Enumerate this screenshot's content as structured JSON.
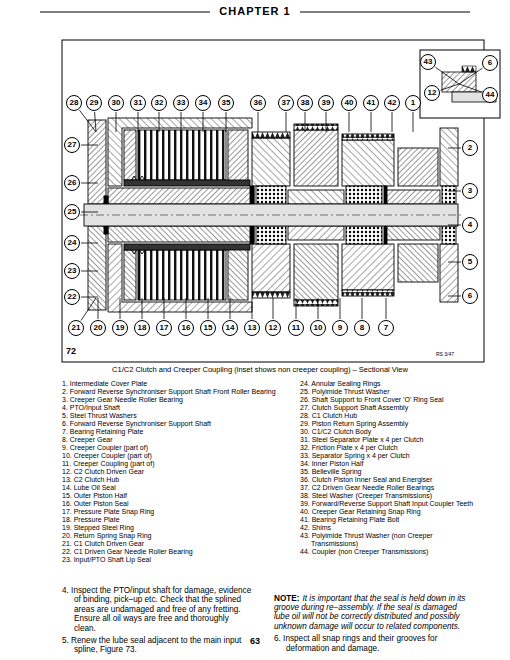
{
  "diagram": {
    "title": "CHAPTER 1",
    "caption": "C1/C2 Clutch and Creeper Coupling (inset shows non creeper coupling) – Sectional View",
    "labels": [
      "43",
      "6",
      "12",
      "44",
      "28",
      "29",
      "30",
      "31",
      "32",
      "33",
      "34",
      "35",
      "36",
      "37",
      "38",
      "39",
      "40",
      "41",
      "42",
      "1",
      "27",
      "26",
      "25",
      "24",
      "23",
      "22",
      "2",
      "3",
      "4",
      "5",
      "6",
      "21",
      "20",
      "19",
      "18",
      "17",
      "16",
      "15",
      "14",
      "13",
      "12",
      "11",
      "10",
      "9",
      "8",
      "7",
      "72",
      "RS 3/47",
      "1. Intermediate Cover Plate",
      "2. Forward Reverse Synchroniser Support Shaft Front Roller Bearing",
      "3. Creeper Gear Needle Roller Bearing",
      "4. PTO/Input Shaft",
      "5. Steel Thrust Washers",
      "6. Forward Reverse Synchroniser Support Shaft",
      "7. Bearing Retaining Plate",
      "8. Creeper Gear",
      "9. Creeper Coupler (part of)",
      "10. Creeper Coupler (part of)",
      "11. Creeper Coupling (part of)",
      "12. C2 Clutch Driven Gear",
      "13. C2 Clutch Hub",
      "14. Lube Oil Seal",
      "15. Outer Piston Half",
      "16. Outer Piston Seal",
      "17. Pressure Plate Snap Ring",
      "18. Pressure Plate",
      "19. Stepped Steel Ring",
      "20. Return Spring Snap Ring",
      "21. C1 Clutch Driven Gear",
      "22. C1 Driven Gear Needle Roller Bearing",
      "23. Input/PTO Shaft Lip Seal",
      "24. Annular Sealing Rings",
      "25. Polyimide Thrust Washer",
      "26. Shaft Support to Front Cover 'O' Ring Seal",
      "27. Clutch Support Shaft Assembly",
      "28. C1 Clutch Hub",
      "29. Piston Return Spring Assembly",
      "30. C1/C2 Clutch Body",
      "31. Steel Separator Plate x 4 per Clutch",
      "32. Friction Plate x 4 per Clutch",
      "33. Separator Spring x 4 per Clutch",
      "34. Inner Piston Half",
      "35. Belleville Spring",
      "36. Clutch Piston Inner Seal and Energiser",
      "37. C2 Driven Gear Needle Roller Bearings",
      "38. Steel Washer (Creeper Transmissions)",
      "39. Forward/Reverse Support Shaft Input Coupler Teeth",
      "40. Creeper Gear Retaining Snap Ring",
      "41. Bearing Retaining Plate Bolt",
      "42. Shims",
      "43. Polyimide Thrust Washer (non Creeper Transmissions)",
      "44. Coupler (non Creeper Transmissions)",
      "4. Inspect the PTO/input shaft for damage, evidence of binding, pick–up etc. Check that the splined areas are undamaged and free of any fretting. Ensure all oil ways are free and thoroughly clean.",
      "5. Renew the lube seal adjacent to the main input spline, Figure 73.",
      "NOTE:",
      "It is important that the seal is held down in its groove during re–assembly. If the seal is damaged lube oil will not be correctly distributed and possibly unknown damage will occur to related components.",
      "6. Inspect all snap rings and their grooves for deformation and damage.",
      "63"
    ]
  }
}
